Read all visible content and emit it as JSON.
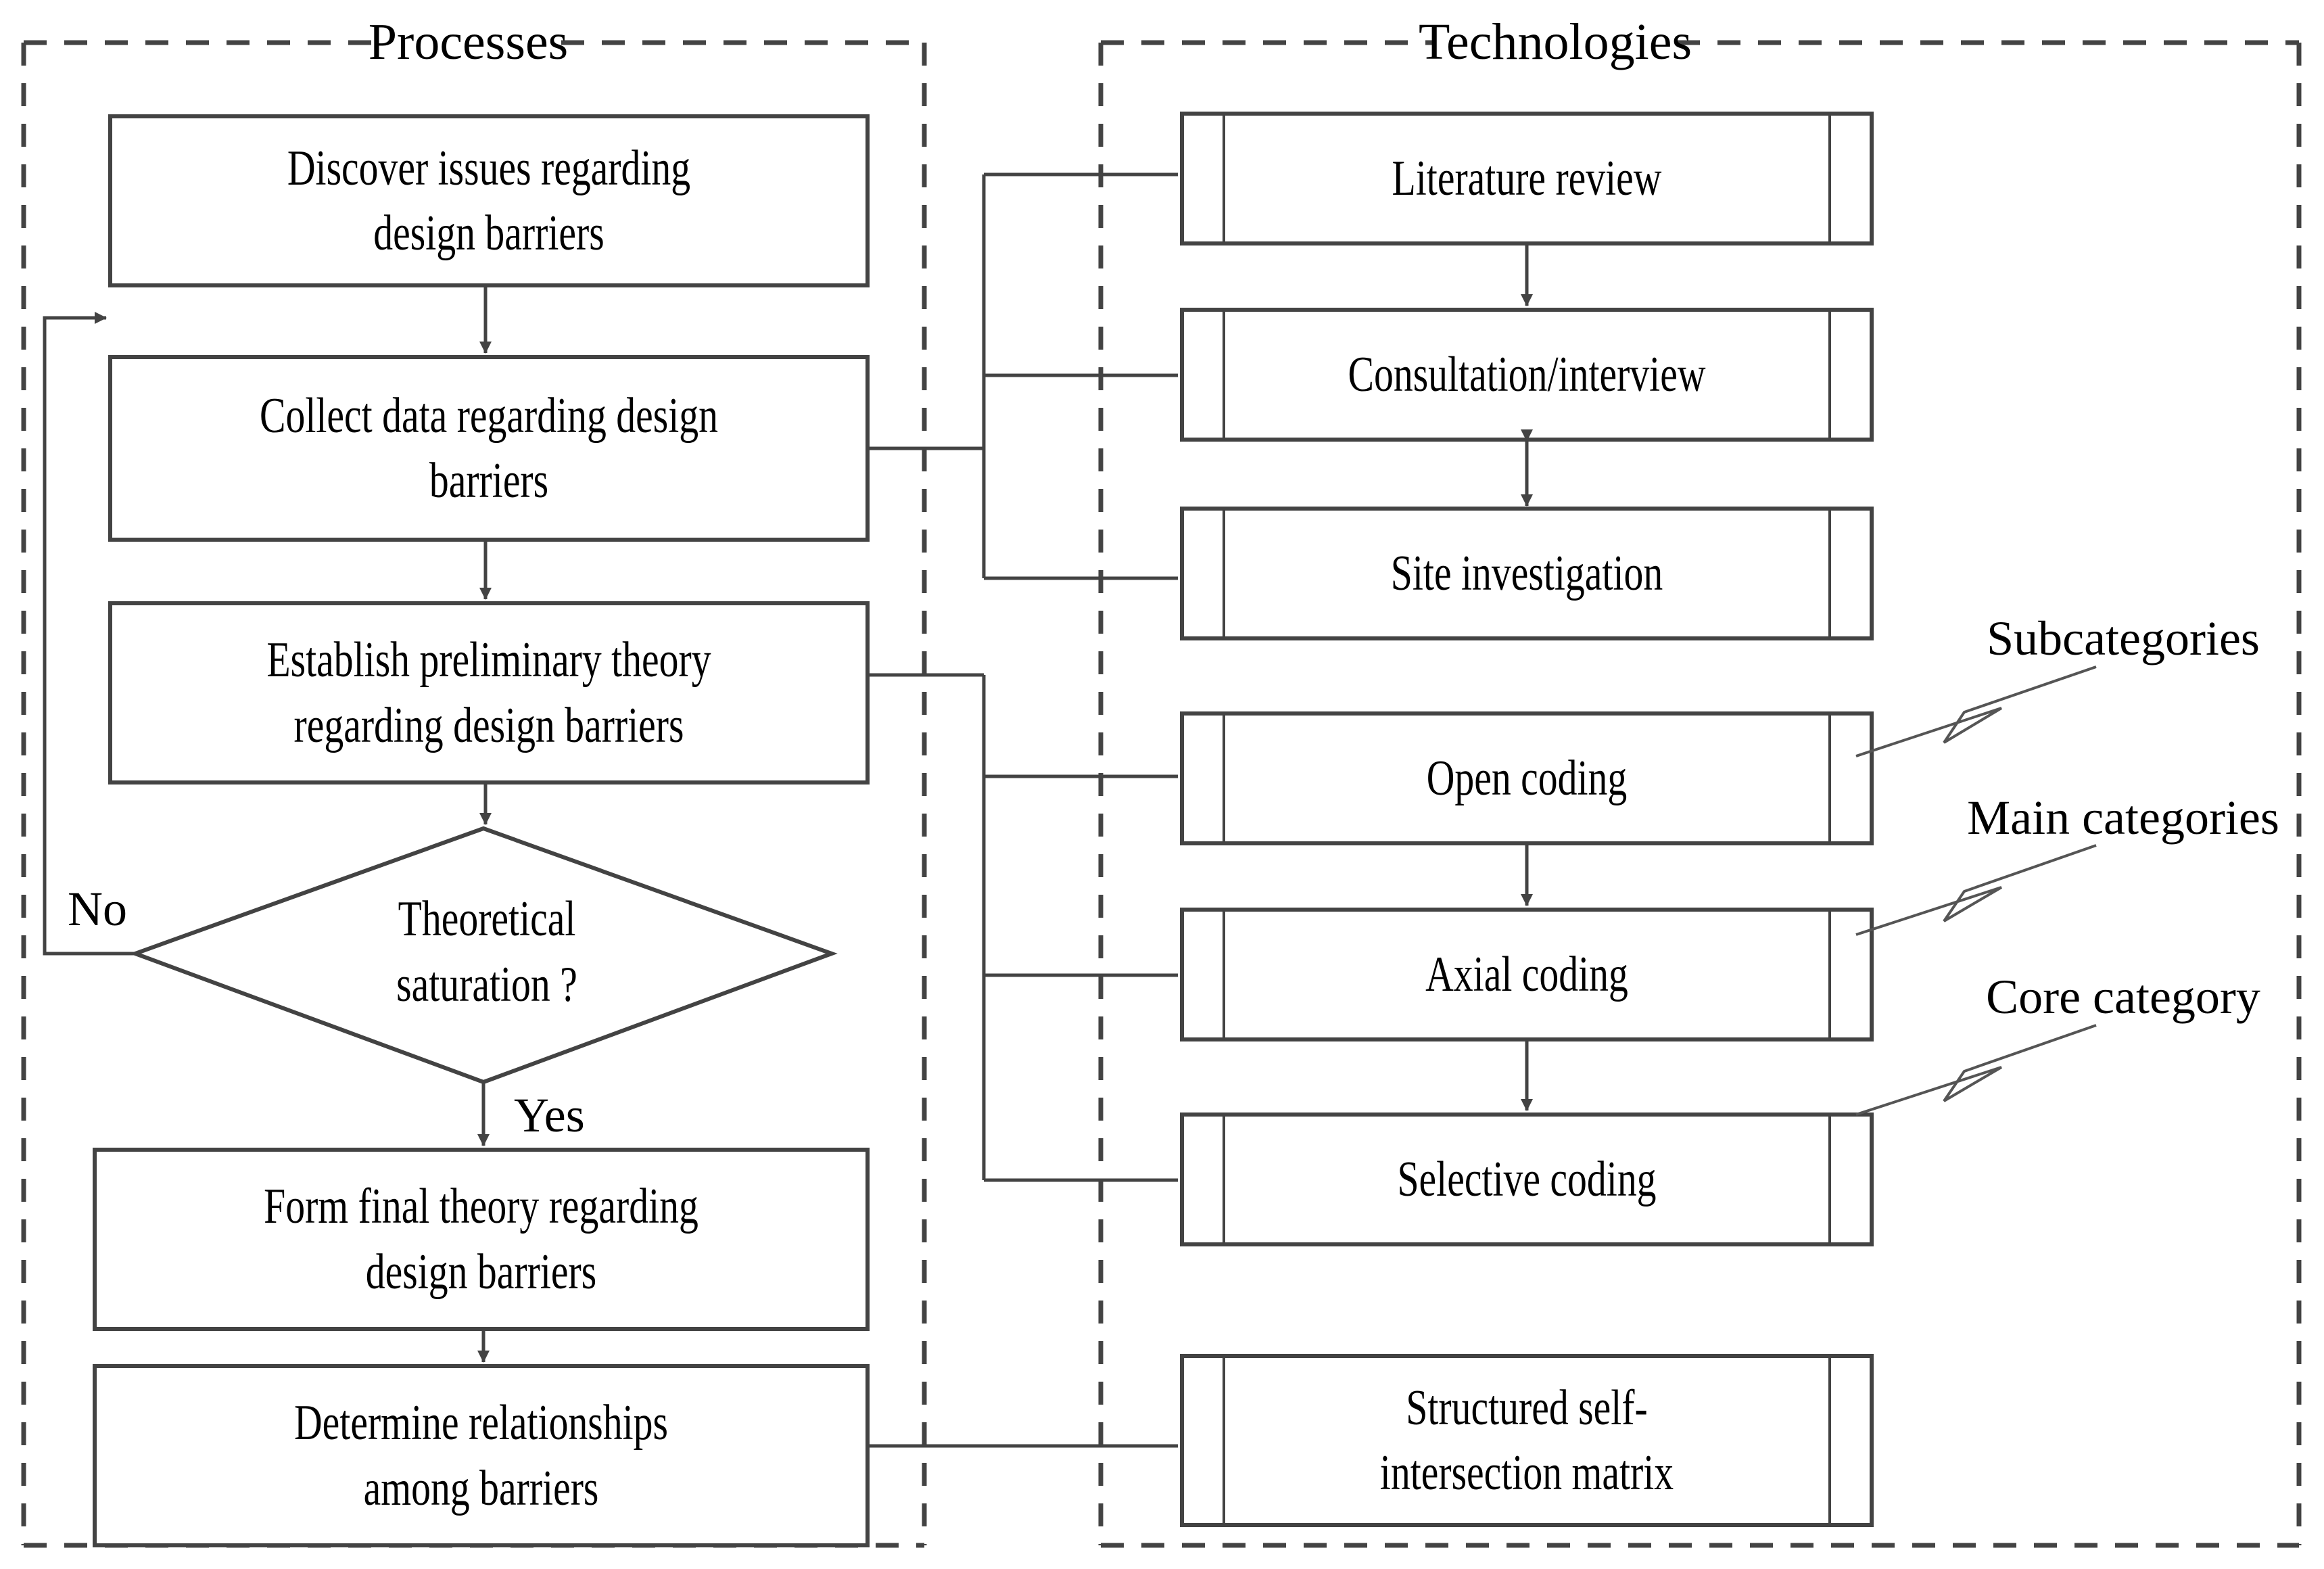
{
  "panels": [
    {
      "id": "processes",
      "title": "Processes"
    },
    {
      "id": "technologies",
      "title": "Technologies"
    }
  ],
  "processes": {
    "title": "Processes",
    "nodes": [
      {
        "id": "discover",
        "type": "process",
        "label": "Discover issues regarding\ndesign barriers"
      },
      {
        "id": "collect",
        "type": "process",
        "label": "Collect data regarding design\nbarriers"
      },
      {
        "id": "establish",
        "type": "process",
        "label": "Establish preliminary theory\nregarding design barriers"
      },
      {
        "id": "saturation",
        "type": "decision",
        "label": "Theoretical\nsaturation ?"
      },
      {
        "id": "final",
        "type": "process",
        "label": "Form final theory regarding\ndesign barriers"
      },
      {
        "id": "determine",
        "type": "process",
        "label": "Determine relationships\namong barriers"
      }
    ],
    "edge_labels": [
      {
        "id": "no",
        "text": "No"
      },
      {
        "id": "yes",
        "text": "Yes"
      }
    ]
  },
  "technologies": {
    "title": "Technologies",
    "nodes": [
      {
        "id": "literature",
        "type": "predefined-process",
        "label": "Literature review"
      },
      {
        "id": "consultation",
        "type": "predefined-process",
        "label": "Consultation/interview"
      },
      {
        "id": "site",
        "type": "predefined-process",
        "label": "Site investigation"
      },
      {
        "id": "open",
        "type": "predefined-process",
        "label": "Open coding"
      },
      {
        "id": "axial",
        "type": "predefined-process",
        "label": "Axial coding"
      },
      {
        "id": "selective",
        "type": "predefined-process",
        "label": "Selective coding"
      },
      {
        "id": "matrix",
        "type": "predefined-process",
        "label": "Structured self-\nintersection matrix"
      }
    ]
  },
  "annotations": [
    {
      "id": "subcategories",
      "text": "Subcategories",
      "target": "open"
    },
    {
      "id": "main-categories",
      "text": "Main categories",
      "target": "axial"
    },
    {
      "id": "core-category",
      "text": "Core category",
      "target": "selective"
    }
  ],
  "colors": {
    "stroke": "#434343",
    "thin_stroke": "#434343",
    "text": "#000000",
    "background": "#ffffff"
  }
}
